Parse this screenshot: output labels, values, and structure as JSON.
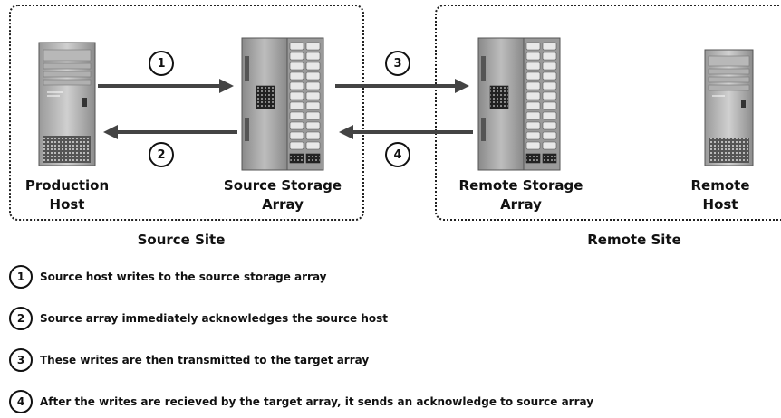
{
  "sites": {
    "source": {
      "label": "Source Site"
    },
    "remote": {
      "label": "Remote Site"
    }
  },
  "devices": {
    "production_host": {
      "line1": "Production",
      "line2": "Host"
    },
    "source_array": {
      "line1": "Source Storage",
      "line2": "Array"
    },
    "remote_array": {
      "line1": "Remote Storage",
      "line2": "Array"
    },
    "remote_host": {
      "line1": "Remote",
      "line2": "Host"
    }
  },
  "steps": [
    {
      "number": "1",
      "text": "Source host writes to the source storage array"
    },
    {
      "number": "2",
      "text": "Source array immediately acknowledges the source host"
    },
    {
      "number": "3",
      "text": "These writes are then transmitted to the target array"
    },
    {
      "number": "4",
      "text": "After the writes are recieved by the target array, it sends an acknowledge to source array"
    }
  ]
}
